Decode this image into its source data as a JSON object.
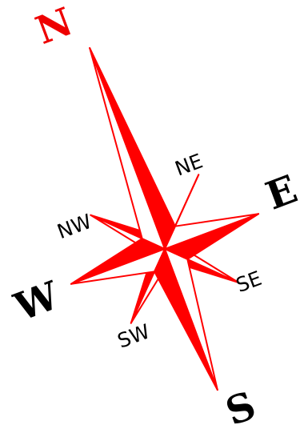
{
  "colors": {
    "north": "#ee0000",
    "fill": "#ff0000",
    "outline": "#ff0000",
    "text": "#000000",
    "background": "#ffffff"
  },
  "labels": {
    "n": "N",
    "e": "E",
    "s": "S",
    "w": "W",
    "ne": "NE",
    "se": "SE",
    "sw": "SW",
    "nw": "NW"
  }
}
